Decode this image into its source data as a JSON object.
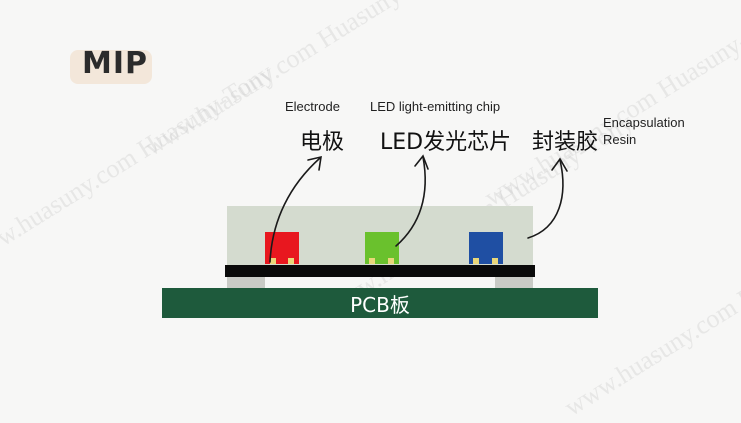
{
  "title": "MIP",
  "watermark": "www.huasuny.com Huasuny-Tony",
  "labels": {
    "electrode": {
      "en": "Electrode",
      "cn": "电极"
    },
    "chip": {
      "en": "LED light-emitting chip",
      "cn": "LED发光芯片"
    },
    "resin": {
      "en_line1": "Encapsulation",
      "en_line2": "Resin",
      "cn": "封装胶"
    }
  },
  "pcb_label": "PCB板",
  "chips": [
    {
      "name": "red",
      "color": "#e8171f"
    },
    {
      "name": "green",
      "color": "#6ac12d"
    },
    {
      "name": "blue",
      "color": "#1f4fa3"
    }
  ]
}
